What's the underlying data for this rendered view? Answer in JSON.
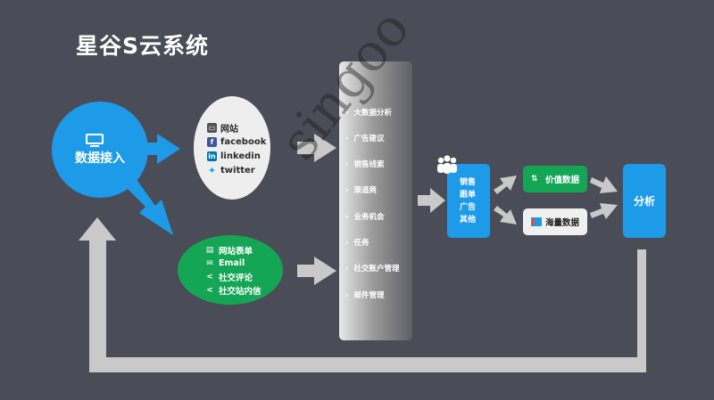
{
  "title": "星谷S云系统",
  "hub": {
    "label": "数据接入",
    "icon": "monitor-icon"
  },
  "sources_online": [
    {
      "label": "网站",
      "icon": "monitor-small-icon"
    },
    {
      "label": "facebook",
      "icon": "facebook-icon"
    },
    {
      "label": "linkedin",
      "icon": "linkedin-icon"
    },
    {
      "label": "twitter",
      "icon": "twitter-icon"
    }
  ],
  "sources_forms": [
    {
      "label": "网站表单",
      "icon": "form-icon"
    },
    {
      "label": "Email",
      "icon": "mail-icon"
    },
    {
      "label": "社交评论",
      "icon": "share-icon"
    },
    {
      "label": "社交站内信",
      "icon": "share-icon"
    }
  ],
  "panel_items": [
    "大数据分析",
    "广告建议",
    "销售线索",
    "渠道商",
    "业务机会",
    "任务",
    "社交账户管理",
    "邮件管理"
  ],
  "sales_box": {
    "lines": [
      "销售",
      "跟单",
      "广告",
      "其他"
    ],
    "icon": "people-icon"
  },
  "value_data": "价值数据",
  "mass_data": "海量数据",
  "analysis": "分析",
  "watermark": "singoo",
  "colors": {
    "background": "#4a4c57",
    "blue": "#1e9be8",
    "green": "#15a655",
    "arrow_grey": "#c9c9c9"
  }
}
